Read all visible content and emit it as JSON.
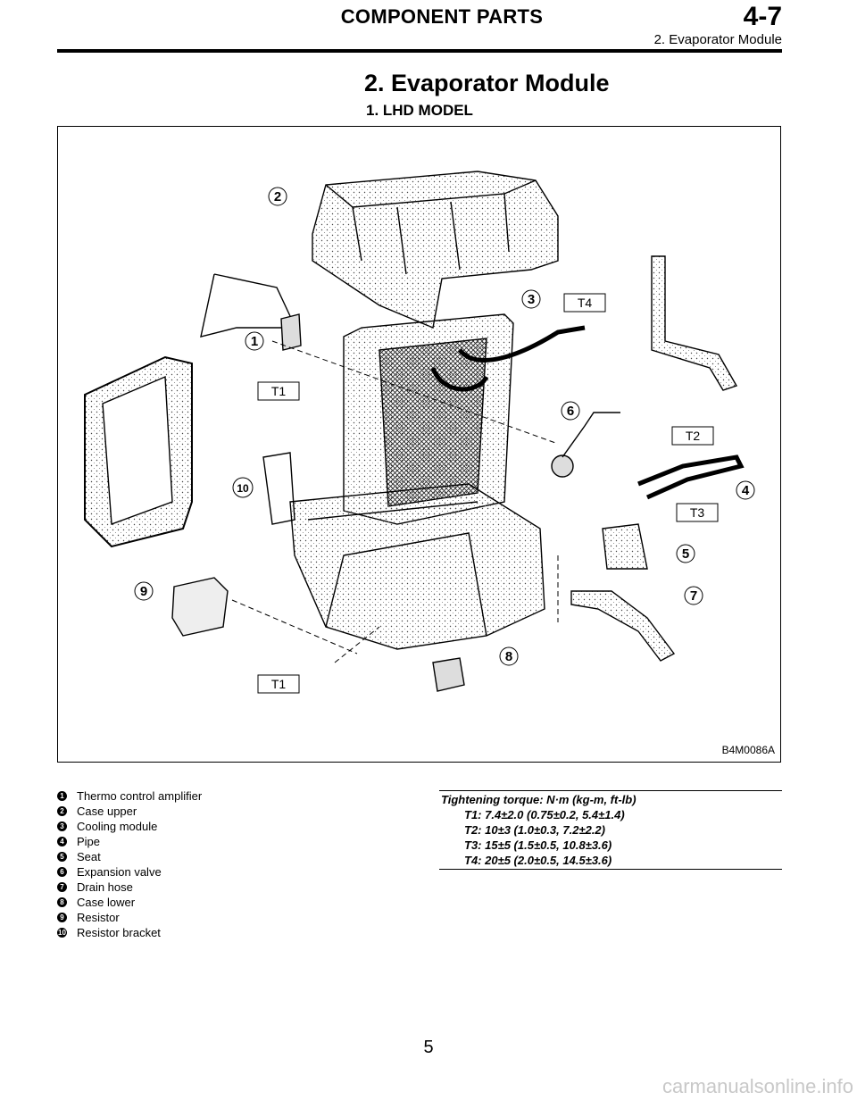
{
  "header": {
    "section_title": "COMPONENT PARTS",
    "section_number": "4-7",
    "subsection": "2. Evaporator Module"
  },
  "title": "2. Evaporator Module",
  "subtitle": "1. LHD MODEL",
  "figure": {
    "code": "B4M0086A",
    "callouts": [
      "1",
      "2",
      "3",
      "4",
      "5",
      "6",
      "7",
      "8",
      "9",
      "10"
    ],
    "torque_tags": [
      "T1",
      "T1",
      "T2",
      "T3",
      "T4"
    ]
  },
  "legend": [
    {
      "num": "1",
      "label": "Thermo control amplifier"
    },
    {
      "num": "2",
      "label": "Case upper"
    },
    {
      "num": "3",
      "label": "Cooling module"
    },
    {
      "num": "4",
      "label": "Pipe"
    },
    {
      "num": "5",
      "label": "Seat"
    },
    {
      "num": "6",
      "label": "Expansion valve"
    },
    {
      "num": "7",
      "label": "Drain hose"
    },
    {
      "num": "8",
      "label": "Case lower"
    },
    {
      "num": "9",
      "label": "Resistor"
    },
    {
      "num": "10",
      "label": "Resistor bracket"
    }
  ],
  "torque": {
    "heading": "Tightening torque: N·m (kg-m, ft-lb)",
    "lines": [
      "T1: 7.4±2.0 (0.75±0.2, 5.4±1.4)",
      "T2: 10±3 (1.0±0.3, 7.2±2.2)",
      "T3: 15±5 (1.5±0.5, 10.8±3.6)",
      "T4: 20±5 (2.0±0.5, 14.5±3.6)"
    ]
  },
  "page_number": "5",
  "watermark": "carmanualsonline.info"
}
